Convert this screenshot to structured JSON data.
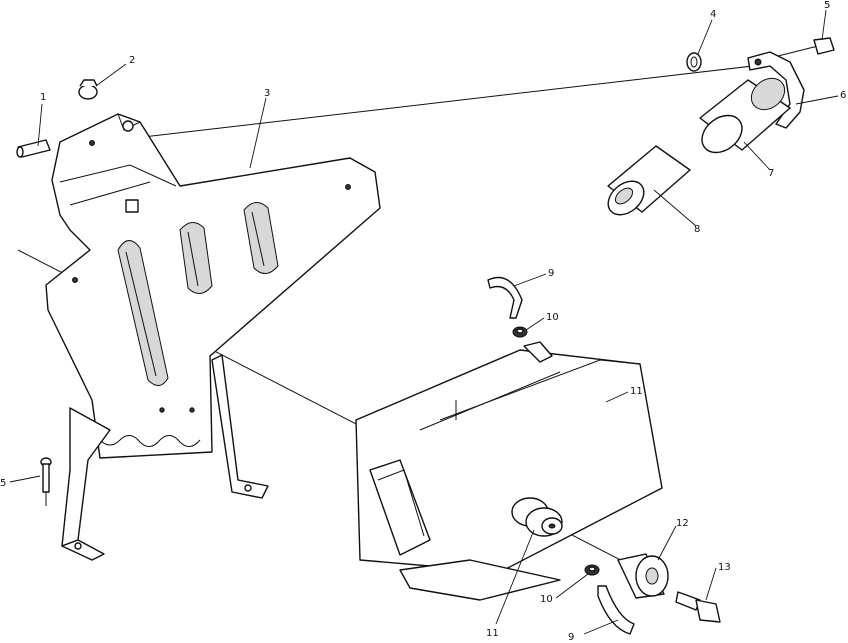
{
  "diagram": {
    "callouts": [
      {
        "id": "c1",
        "label": "1"
      },
      {
        "id": "c2",
        "label": "2"
      },
      {
        "id": "c3",
        "label": "3"
      },
      {
        "id": "c4",
        "label": "4"
      },
      {
        "id": "c5a",
        "label": "5"
      },
      {
        "id": "c5b",
        "label": "5"
      },
      {
        "id": "c6",
        "label": "6"
      },
      {
        "id": "c7",
        "label": "7"
      },
      {
        "id": "c8",
        "label": "8"
      },
      {
        "id": "c9a",
        "label": "9"
      },
      {
        "id": "c9b",
        "label": "9"
      },
      {
        "id": "c10a",
        "label": "10"
      },
      {
        "id": "c10b",
        "label": "10"
      },
      {
        "id": "c11a",
        "label": "11"
      },
      {
        "id": "c11b",
        "label": "11"
      },
      {
        "id": "c12",
        "label": "12"
      },
      {
        "id": "c13",
        "label": "13"
      }
    ]
  }
}
